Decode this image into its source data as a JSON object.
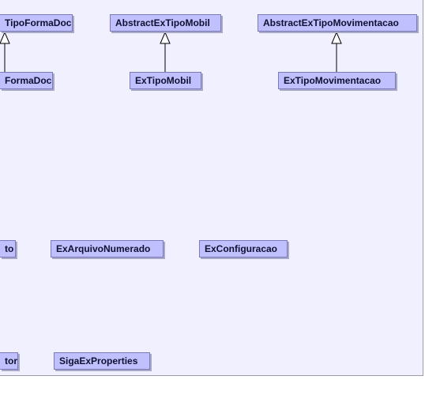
{
  "diagram": {
    "classes": {
      "tipo_forma_doc": "TipoFormaDoc",
      "forma_doc": "FormaDoc",
      "abstract_ex_tipo_mobil": "AbstractExTipoMobil",
      "ex_tipo_mobil": "ExTipoMobil",
      "abstract_ex_tipo_movimentacao": "AbstractExTipoMovimentacao",
      "ex_tipo_movimentacao": "ExTipoMovimentacao",
      "partial_to": "to",
      "ex_arquivo_numerado": "ExArquivoNumerado",
      "ex_configuracao": "ExConfiguracao",
      "partial_tor": "tor",
      "siga_ex_properties": "SigaExProperties"
    },
    "colors": {
      "background": "#f0f0ff",
      "class_fill": "#c0c0ff",
      "class_border": "#7a7ab8",
      "edge": "#000000"
    },
    "relations": [
      {
        "type": "inheritance",
        "child": "FormaDoc",
        "parent": "TipoFormaDoc"
      },
      {
        "type": "inheritance",
        "child": "ExTipoMobil",
        "parent": "AbstractExTipoMobil"
      },
      {
        "type": "inheritance",
        "child": "ExTipoMovimentacao",
        "parent": "AbstractExTipoMovimentacao"
      }
    ]
  }
}
